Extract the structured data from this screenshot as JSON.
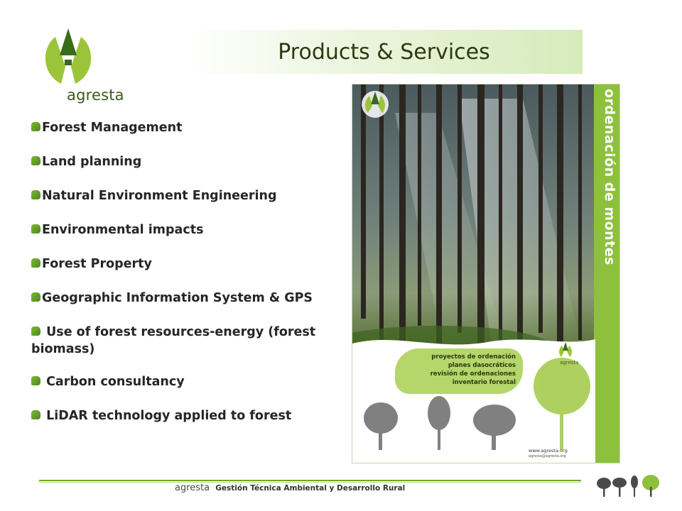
{
  "logo": {
    "wordmark": "agresta"
  },
  "title": "Products & Services",
  "services": [
    "Forest Management",
    "Land planning",
    "Natural Environment Engineering",
    "Environmental impacts",
    "Forest Property",
    "Geographic Information System & GPS",
    " Use of forest resources-energy (forest biomass)",
    " Carbon consultancy",
    " LiDAR technology applied to forest"
  ],
  "brochure": {
    "side_title": "ordenación de montes",
    "tag_lines": [
      "proyectos de ordenación",
      "planes dasocráticos",
      "revisión de ordenaciones",
      "inventario forestal"
    ],
    "logo_word": "agresta",
    "url": "www.agresta.org",
    "email": "agresta@agresta.org"
  },
  "footer": {
    "brand": "agresta",
    "tagline": "Gestión Técnica Ambiental y Desarrollo Rural"
  },
  "colors": {
    "accent": "#8dc03d",
    "dark_green": "#3e5a1a",
    "bullet": "#6aa22e"
  }
}
